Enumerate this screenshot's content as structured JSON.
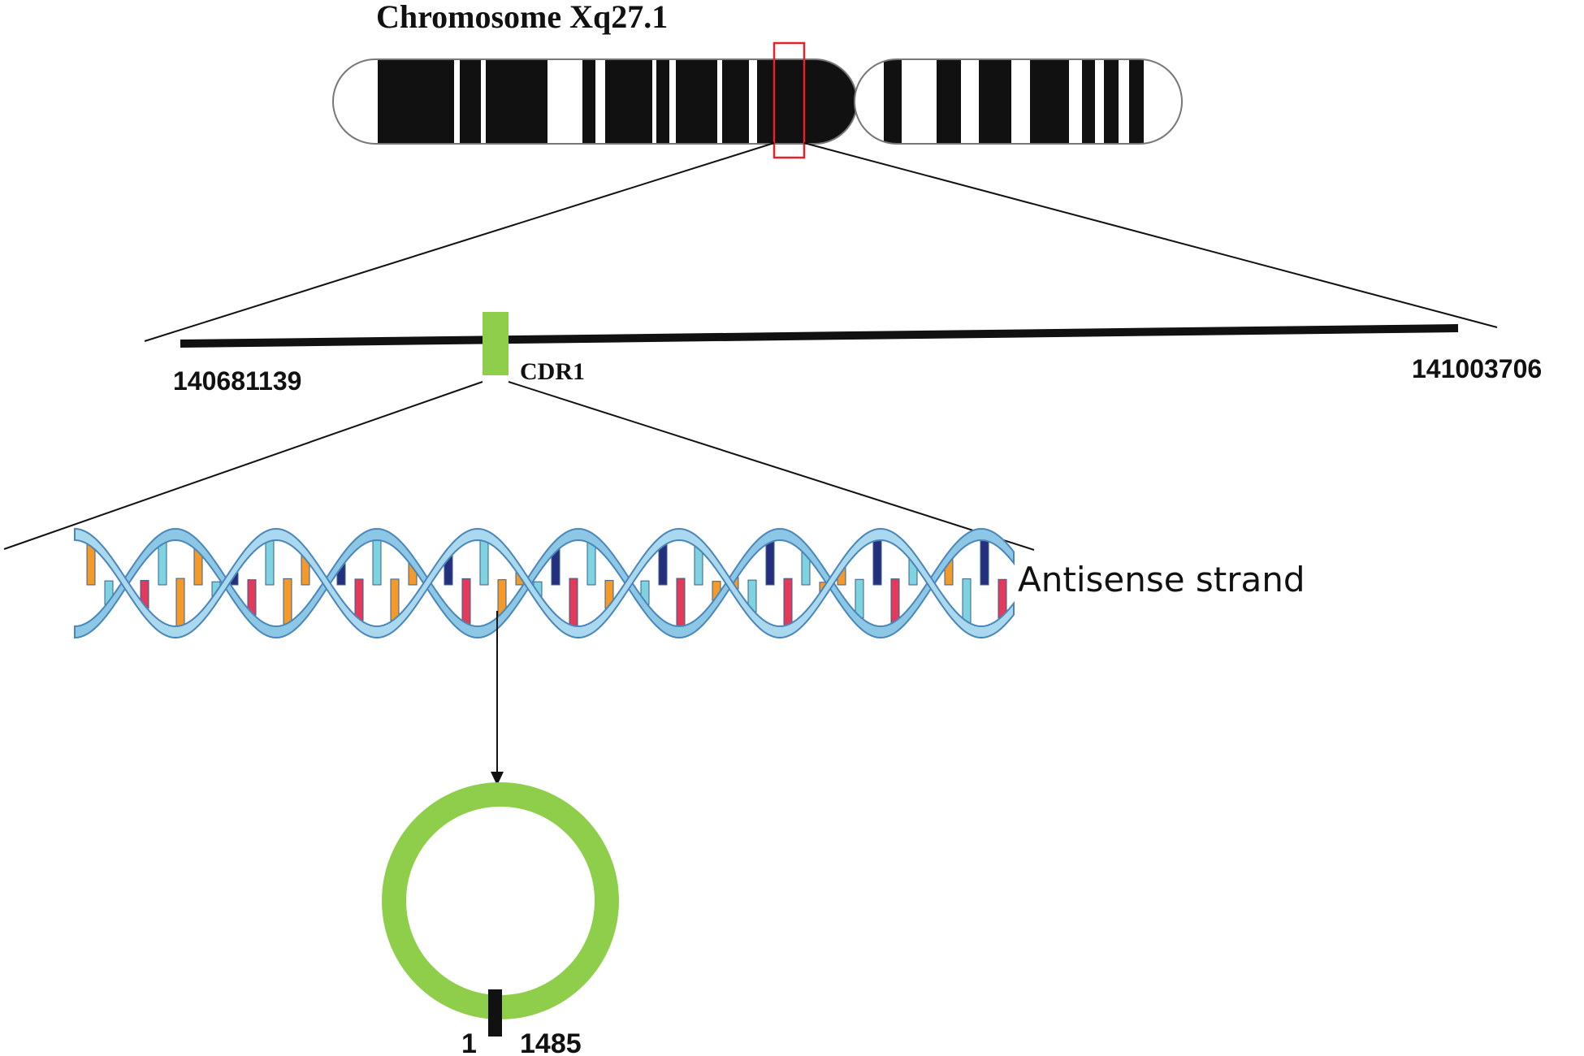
{
  "title": "Chromosome Xq27.1",
  "locus": {
    "start": "140681139",
    "end": "141003706",
    "gene": "CDR1"
  },
  "strand_label": "Antisense strand",
  "circle": {
    "start_label": "1",
    "end_label": "1485"
  },
  "colors": {
    "gene_green": "#8fce4b",
    "highlight_red": "#e8202a",
    "helix_blue": "#a9d8ef",
    "helix_edge": "#4a86b8",
    "base_orange": "#f39a2b",
    "base_navy": "#24307e",
    "base_crimson": "#e23a5a",
    "base_cyan": "#7fd3e0"
  }
}
